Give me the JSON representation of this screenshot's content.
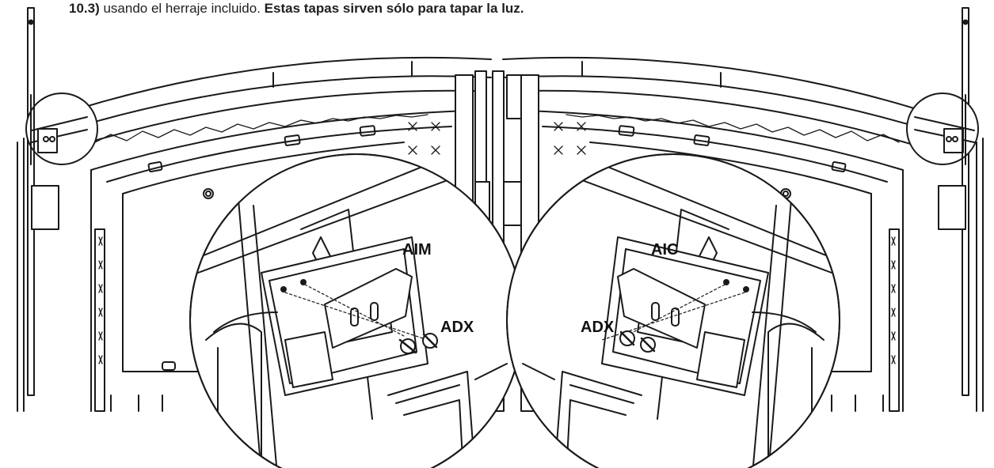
{
  "instruction": {
    "prefix_bold": "10.3)",
    "middle": " usando el herraje incluido. ",
    "suffix_bold": "Estas tapas sirven sólo para tapar la luz."
  },
  "callouts": {
    "left_bracket": "AIM",
    "left_screws": "ADX",
    "right_bracket": "AIC",
    "right_screws": "ADX"
  }
}
